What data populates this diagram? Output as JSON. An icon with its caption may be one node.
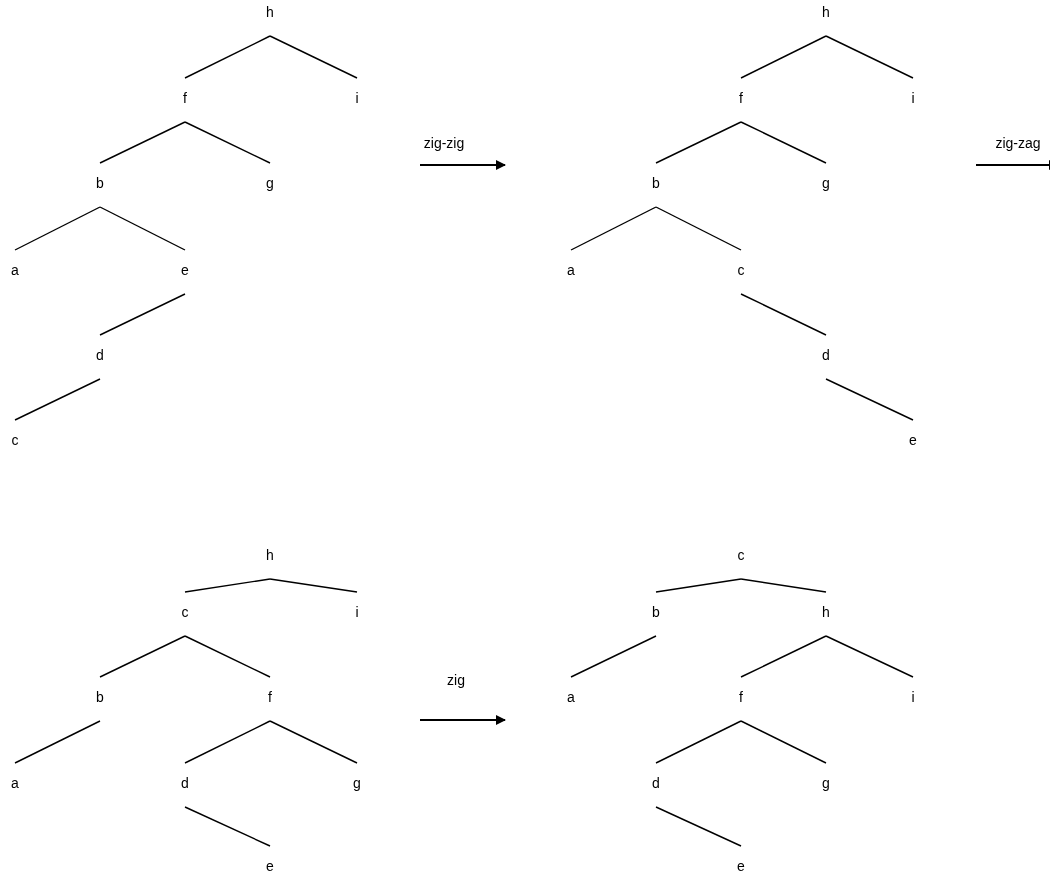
{
  "diagram": {
    "nodes": [
      {
        "text": [
          "h"
        ]
      },
      {
        "text": [
          "f"
        ]
      },
      {
        "text": [
          "i"
        ]
      },
      {
        "text": [
          "b"
        ]
      },
      {
        "text": [
          "g"
        ]
      },
      {
        "text": [
          "a"
        ]
      },
      {
        "text": [
          "e"
        ]
      },
      {
        "text": [
          "d"
        ]
      },
      {
        "text": [
          "c"
        ]
      },
      {
        "text": [
          "h"
        ]
      },
      {
        "text": [
          "f"
        ]
      },
      {
        "text": [
          "i"
        ]
      },
      {
        "text": [
          "b"
        ]
      },
      {
        "text": [
          "g"
        ]
      },
      {
        "text": [
          "a"
        ]
      },
      {
        "text": [
          "c"
        ]
      },
      {
        "text": [
          "d"
        ]
      },
      {
        "text": [
          "e"
        ]
      },
      {
        "text": [
          "h"
        ]
      },
      {
        "text": [
          "c"
        ]
      },
      {
        "text": [
          "i"
        ]
      },
      {
        "text": [
          "b"
        ]
      },
      {
        "text": [
          "f"
        ]
      },
      {
        "text": [
          "a"
        ]
      },
      {
        "text": [
          "d"
        ]
      },
      {
        "text": [
          "g"
        ]
      },
      {
        "text": [
          "e"
        ]
      },
      {
        "text": [
          "c"
        ]
      },
      {
        "text": [
          "b"
        ]
      },
      {
        "text": [
          "h"
        ]
      },
      {
        "text": [
          "a"
        ]
      },
      {
        "text": [
          "f"
        ]
      },
      {
        "text": [
          "i"
        ]
      },
      {
        "text": [
          "d"
        ]
      },
      {
        "text": [
          "g"
        ]
      },
      {
        "text": [
          "e"
        ]
      }
    ],
    "edges": [
      {
        "from": 0,
        "to": 1,
        "arrow": "none"
      },
      {
        "from": 0,
        "to": 2,
        "arrow": "none"
      },
      {
        "from": 1,
        "to": 3,
        "arrow": "none"
      },
      {
        "from": 1,
        "to": 4,
        "arrow": "none"
      },
      {
        "from": 3,
        "to": 5,
        "arrow": "none"
      },
      {
        "from": 3,
        "to": 6,
        "arrow": "none"
      },
      {
        "from": 6,
        "to": 7,
        "arrow": "none"
      },
      {
        "from": 7,
        "to": 8,
        "arrow": "none"
      },
      {
        "from": 9,
        "to": 10,
        "arrow": "none"
      },
      {
        "from": 9,
        "to": 11,
        "arrow": "none"
      },
      {
        "from": 10,
        "to": 12,
        "arrow": "none"
      },
      {
        "from": 10,
        "to": 13,
        "arrow": "none"
      },
      {
        "from": 12,
        "to": 14,
        "arrow": "none"
      },
      {
        "from": 12,
        "to": 15,
        "arrow": "none"
      },
      {
        "from": 15,
        "to": 16,
        "arrow": "none"
      },
      {
        "from": 16,
        "to": 17,
        "arrow": "none"
      },
      {
        "from": 18,
        "to": 19,
        "arrow": "none"
      },
      {
        "from": 18,
        "to": 20,
        "arrow": "none"
      },
      {
        "from": 19,
        "to": 21,
        "arrow": "none"
      },
      {
        "from": 19,
        "to": 22,
        "arrow": "none"
      },
      {
        "from": 21,
        "to": 23,
        "arrow": "none"
      },
      {
        "from": 22,
        "to": 24,
        "arrow": "none"
      },
      {
        "from": 22,
        "to": 25,
        "arrow": "none"
      },
      {
        "from": 24,
        "to": 26,
        "arrow": "none"
      },
      {
        "from": 27,
        "to": 28,
        "arrow": "none"
      },
      {
        "from": 27,
        "to": 29,
        "arrow": "none"
      },
      {
        "from": 28,
        "to": 30,
        "arrow": "none"
      },
      {
        "from": 29,
        "to": 31,
        "arrow": "none"
      },
      {
        "from": 29,
        "to": 32,
        "arrow": "none"
      },
      {
        "from": 31,
        "to": 33,
        "arrow": "none"
      },
      {
        "from": 31,
        "to": 34,
        "arrow": "none"
      },
      {
        "from": 33,
        "to": 35,
        "arrow": "none"
      }
    ],
    "labels": [
      "zig-zig",
      "zig-zag",
      "zig"
    ]
  }
}
